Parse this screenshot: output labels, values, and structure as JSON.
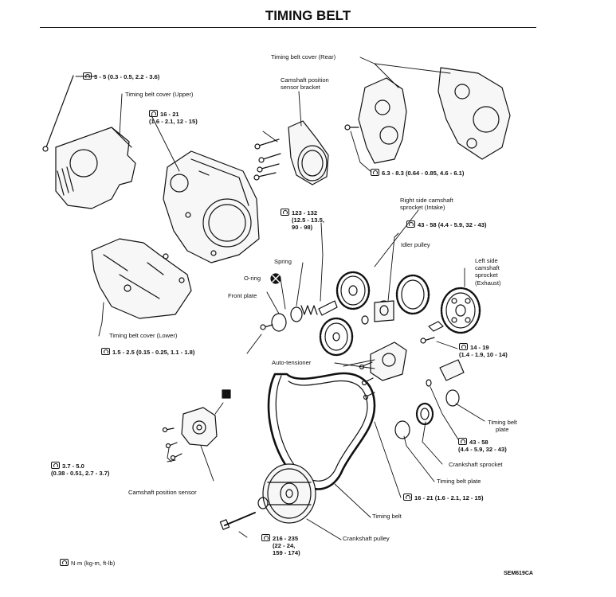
{
  "title": "TIMING BELT",
  "figure_code": "SEM619CA",
  "legend": "N·m (kg-m, ft-lb)",
  "parts": {
    "cover_rear": "Timing belt cover (Rear)",
    "cam_bracket_1": "Camshaft position",
    "cam_bracket_2": "sensor bracket",
    "cover_upper": "Timing belt cover (Upper)",
    "right_cam_1": "Right side camshaft",
    "right_cam_2": "sprocket (Intake)",
    "idler": "Idler pulley",
    "left_cam_1": "Left side",
    "left_cam_2": "camshaft",
    "left_cam_3": "sprocket",
    "left_cam_4": "(Exhaust)",
    "spring": "Spring",
    "oring": "O-ring",
    "front_plate": "Front plate",
    "cover_lower": "Timing belt cover (Lower)",
    "autotensioner": "Auto-tensioner",
    "belt_plate_top_1": "Timing belt",
    "belt_plate_top_2": "plate",
    "crank_sprocket": "Crankshaft sprocket",
    "belt_plate": "Timing belt plate",
    "cam_sensor": "Camshaft position sensor",
    "timing_belt": "Timing belt",
    "crank_pulley": "Crankshaft pulley"
  },
  "torques": {
    "t1": "3 - 5 (0.3 - 0.5, 2.2 - 3.6)",
    "t2_1": "16 - 21",
    "t2_2": "(1.6 - 2.1, 12 - 15)",
    "t3": "6.3 - 8.3 (0.64 - 0.85, 4.6 - 6.1)",
    "t4_1": "123 - 132",
    "t4_2": "(12.5 - 13.5,",
    "t4_3": "90 - 98)",
    "t5": "43 - 58 (4.4 - 5.9, 32 - 43)",
    "t6": "1.5 - 2.5 (0.15 - 0.25, 1.1 - 1.8)",
    "t7_1": "14 - 19",
    "t7_2": "(1.4 - 1.9, 10 - 14)",
    "t8_1": "43 - 58",
    "t8_2": "(4.4 - 5.9, 32 - 43)",
    "t9_1": "3.7 - 5.0",
    "t9_2": "(0.38 - 0.51, 2.7 - 3.7)",
    "t10": "16 - 21 (1.6 - 2.1, 12 - 15)",
    "t11_1": "216 - 235",
    "t11_2": "(22 - 24,",
    "t11_3": "159 - 174)"
  }
}
